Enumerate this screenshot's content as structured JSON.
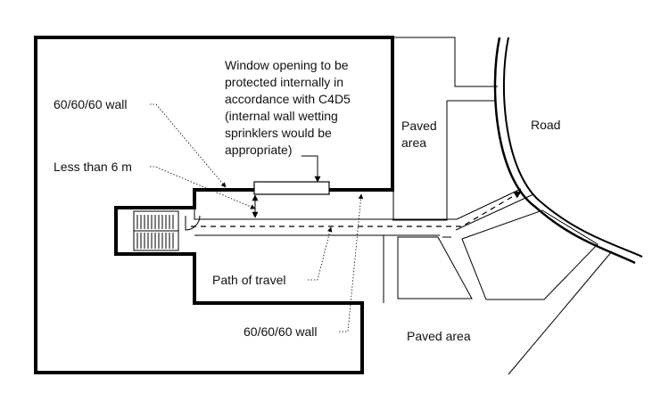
{
  "labels": {
    "window_note": [
      "Window opening to be",
      "protected internally in",
      "accordance with C4D5",
      "(internal wall wetting",
      "sprinklers would be",
      "appropriate)"
    ],
    "wall_top": "60/60/60 wall",
    "less_than": "Less than 6 m",
    "path_of_travel": "Path of travel",
    "wall_bottom": "60/60/60 wall",
    "paved_area_top": [
      "Paved",
      "area"
    ],
    "paved_area_bottom": "Paved area",
    "road": "Road"
  }
}
